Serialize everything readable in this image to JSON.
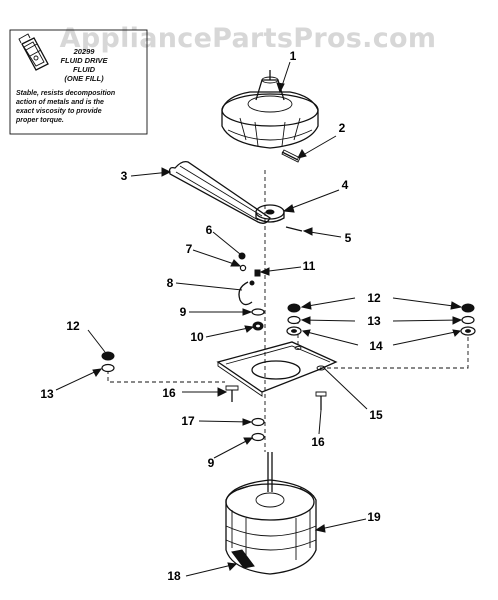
{
  "watermark": "AppliancePartsPros.com",
  "note": {
    "part_number": "20299",
    "title_line1": "FLUID DRIVE",
    "title_line2": "FLUID",
    "title_line3": "(ONE FILL)",
    "body": [
      "Stable, resists decomposition",
      "action of metals and is the",
      "exact viscosity to provide",
      "proper torque."
    ]
  },
  "callouts": [
    {
      "id": "c1",
      "label": "1"
    },
    {
      "id": "c2",
      "label": "2"
    },
    {
      "id": "c3",
      "label": "3"
    },
    {
      "id": "c4",
      "label": "4"
    },
    {
      "id": "c5",
      "label": "5"
    },
    {
      "id": "c6",
      "label": "6"
    },
    {
      "id": "c7",
      "label": "7"
    },
    {
      "id": "c8",
      "label": "8"
    },
    {
      "id": "c9a",
      "label": "9"
    },
    {
      "id": "c10",
      "label": "10"
    },
    {
      "id": "c11",
      "label": "11"
    },
    {
      "id": "c12a",
      "label": "12"
    },
    {
      "id": "c12b",
      "label": "12"
    },
    {
      "id": "c13a",
      "label": "13"
    },
    {
      "id": "c13b",
      "label": "13"
    },
    {
      "id": "c14",
      "label": "14"
    },
    {
      "id": "c15",
      "label": "15"
    },
    {
      "id": "c16a",
      "label": "16"
    },
    {
      "id": "c16b",
      "label": "16"
    },
    {
      "id": "c17",
      "label": "17"
    },
    {
      "id": "c9b",
      "label": "9"
    },
    {
      "id": "c18",
      "label": "18"
    },
    {
      "id": "c19",
      "label": "19"
    }
  ]
}
